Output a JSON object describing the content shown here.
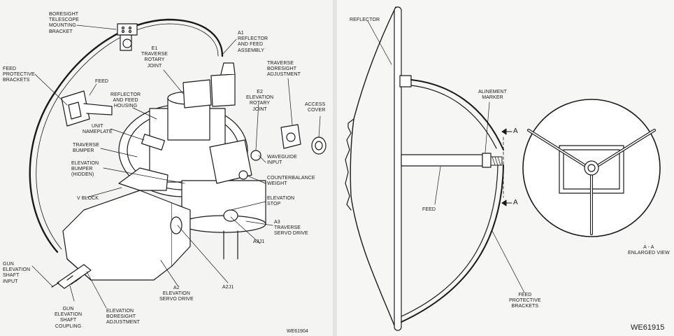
{
  "left_figure": {
    "figure_id": "WE61904",
    "labels": {
      "boresight_bracket": "BORESIGHT\nTELESCOPE\nMOUNTING\nBRACKET",
      "a1": "A1\nREFLECTOR\nAND FEED\nASSEMBLY",
      "feed_brackets": "FEED\nPROTECTIVE\nBRACKETS",
      "feed": "FEED",
      "e1": "E1\nTRAVERSE\nROTARY\nJOINT",
      "traverse_boresight": "TRAVERSE\nBORESIGHT\nADJUSTMENT",
      "reflector_housing": "REFLECTOR\nAND FEED\nHOUSING",
      "e2": "E2\nELEVATION\nROTARY\nJOINT",
      "access_cover": "ACCESS\nCOVER",
      "unit_nameplate": "UNIT\nNAMEPLATE",
      "traverse_bumper": "TRAVERSE\nBUMPER",
      "waveguide_input": "WAVEGUIDE\nINPUT",
      "elevation_bumper": "ELEVATION\nBUMPER\n(HIDDEN)",
      "counterbalance": "COUNTERBALANCE\nWEIGHT",
      "v_block": "V BLOCK",
      "elevation_stop": "ELEVATION\nSTOP",
      "a3": "A3\nTRAVERSE\nSERVO DRIVE",
      "a3j1": "A3J1",
      "gun_input": "GUN\nELEVATION\nSHAFT\nINPUT",
      "a2": "A2\nELEVATION\nSERVO DRIVE",
      "a2j1": "A2J1",
      "gun_coupling": "GUN\nELEVATION\nSHAFT\nCOUPLING",
      "elev_boresight": "ELEVATION\nBORESIGHT\nADJUSTMENT"
    }
  },
  "right_figure": {
    "figure_id": "WE61915",
    "labels": {
      "reflector": "REFLECTOR",
      "alinement_marker": "ALINEMENT\nMARKER",
      "section_top": "A",
      "section_bottom": "A",
      "feed": "FEED",
      "enlarged_view": "A - A\nENLARGED VIEW",
      "feed_brackets": "FEED\nPROTECTIVE\nBRACKETS"
    }
  },
  "colors": {
    "ink": "#1a1a1a",
    "paper": "#f4f4f2",
    "divider": "#e4e4e6"
  }
}
